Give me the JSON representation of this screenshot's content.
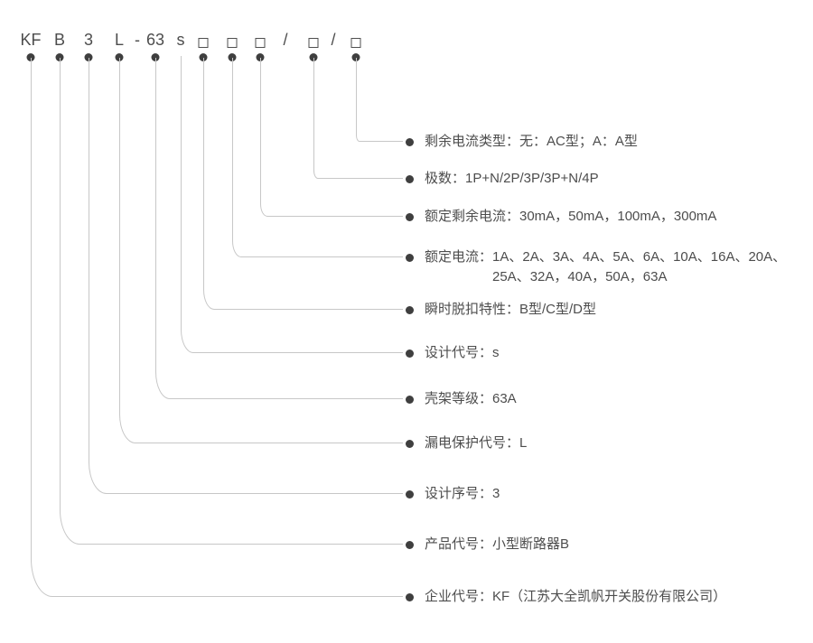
{
  "code": {
    "separators": [
      {
        "text": "-"
      },
      {
        "text": "/"
      },
      {
        "text": "/"
      }
    ],
    "columns": [
      {
        "symbol": "KF",
        "lines": [
          "企业代号：KF（江苏大全凯帆开关股份有限公司）"
        ]
      },
      {
        "symbol": "B",
        "lines": [
          "产品代号：小型断路器B"
        ]
      },
      {
        "symbol": "3",
        "lines": [
          "设计序号：3"
        ]
      },
      {
        "symbol": "L",
        "lines": [
          "漏电保护代号：L"
        ]
      },
      {
        "symbol": "63",
        "lines": [
          "壳架等级：63A"
        ]
      },
      {
        "symbol": "s",
        "lines": [
          "设计代号：s"
        ]
      },
      {
        "symbol": "□",
        "lines": [
          "瞬时脱扣特性：B型/C型/D型"
        ]
      },
      {
        "symbol": "□",
        "lines": [
          "额定电流：1A、2A、3A、4A、5A、6A、10A、16A、20A、",
          "25A、32A，40A，50A，63A"
        ]
      },
      {
        "symbol": "□",
        "lines": [
          "额定剩余电流：30mA，50mA，100mA，300mA"
        ]
      },
      {
        "symbol": "□",
        "lines": [
          "极数：1P+N/2P/3P/3P+N/4P"
        ]
      },
      {
        "symbol": "□",
        "lines": [
          "剩余电流类型：无：AC型；A：A型"
        ]
      }
    ]
  }
}
